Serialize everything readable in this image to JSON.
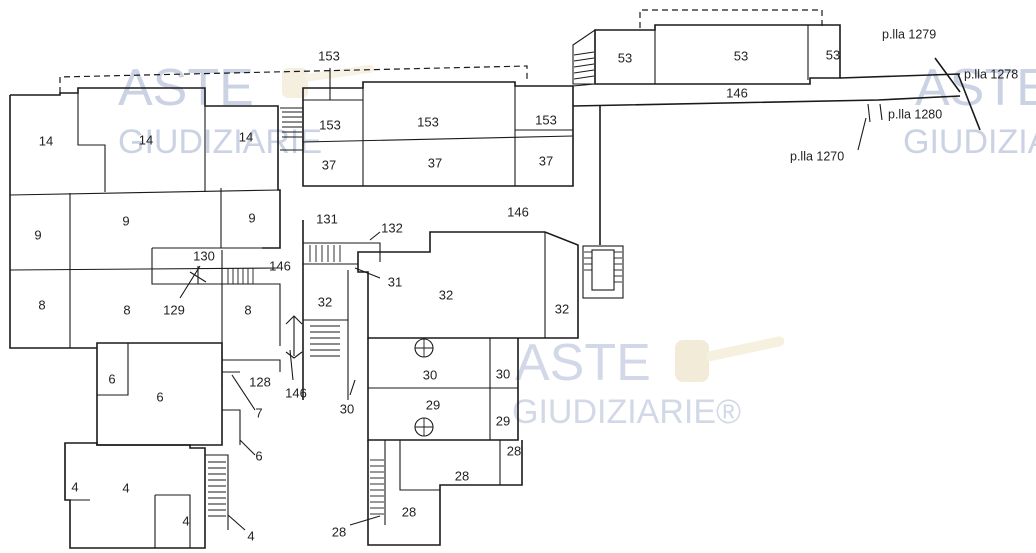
{
  "watermarks": [
    {
      "line1": "ASTE",
      "line2": "GIUDIZIARIE"
    },
    {
      "line1": "ASTE",
      "line2": "GIUDIZIARIE®"
    },
    {
      "line1": "ASTE",
      "line2": "GIUDIZIARIE"
    }
  ],
  "parcel_labels": {
    "p1279": "p.lla 1279",
    "p1278": "p.lla 1278",
    "p1280": "p.lla 1280",
    "p1270": "p.lla 1270"
  },
  "room_labels": [
    "14",
    "14",
    "14",
    "153",
    "153",
    "153",
    "153",
    "37",
    "37",
    "37",
    "53",
    "53",
    "53",
    "146",
    "146",
    "9",
    "9",
    "9",
    "130",
    "146",
    "131",
    "132",
    "31",
    "32",
    "32",
    "32",
    "8",
    "8",
    "8",
    "129",
    "128",
    "146",
    "7",
    "6",
    "6",
    "6",
    "30",
    "30",
    "30",
    "29",
    "29",
    "28",
    "28",
    "28",
    "28",
    "4",
    "4",
    "4",
    "4"
  ]
}
